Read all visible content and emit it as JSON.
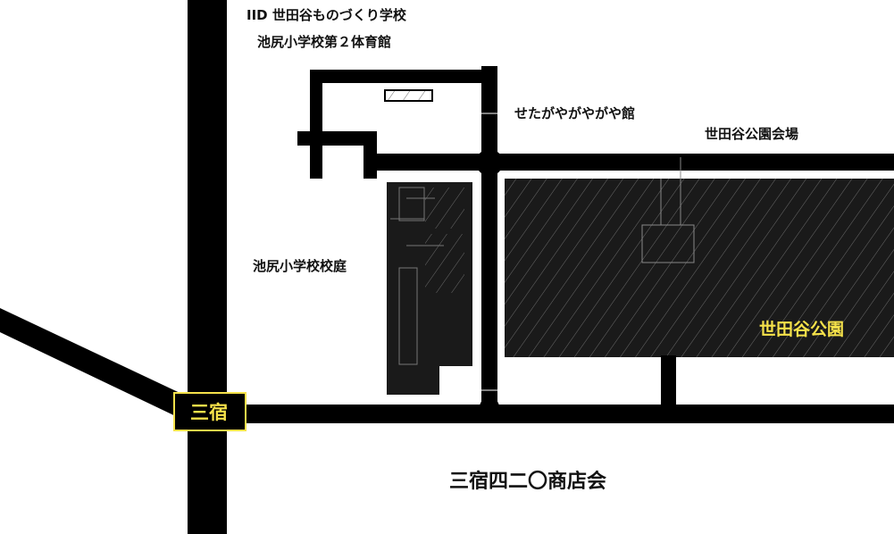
{
  "labels": {
    "school": "IID 世田谷ものづくり学校",
    "gym": "池尻小学校第２体育館",
    "yagaya": "せたがやがやがや館",
    "park_venue": "世田谷公園会場",
    "schoolyard": "池尻小学校校庭",
    "park": "世田谷公園",
    "station": "三宿",
    "association": "三宿四二〇商店会"
  },
  "colors": {
    "road": "#000000",
    "block": "#1a1a1a",
    "highlight": "#f5e14a",
    "hatch": "#6a6a6a",
    "background": "#ffffff",
    "text": "#111111"
  }
}
